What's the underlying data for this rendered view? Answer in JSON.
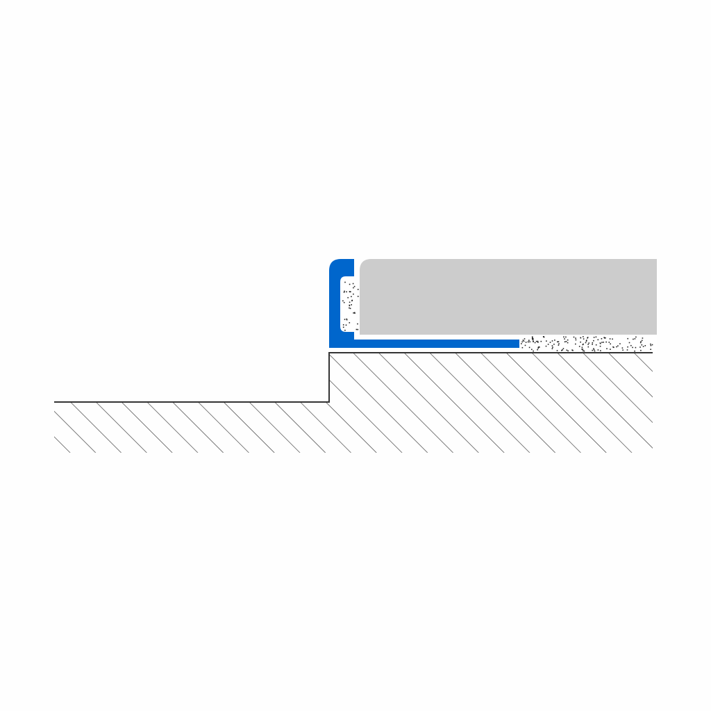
{
  "diagram": {
    "type": "cross-section",
    "colors": {
      "profile": "#0066cc",
      "tile": "#cccccc",
      "line": "#333333",
      "adhesive_dot": "#222222",
      "background": "#fefefe"
    },
    "icons": [
      "tile-edge-profile",
      "tile",
      "adhesive",
      "substrate-hatching"
    ]
  }
}
